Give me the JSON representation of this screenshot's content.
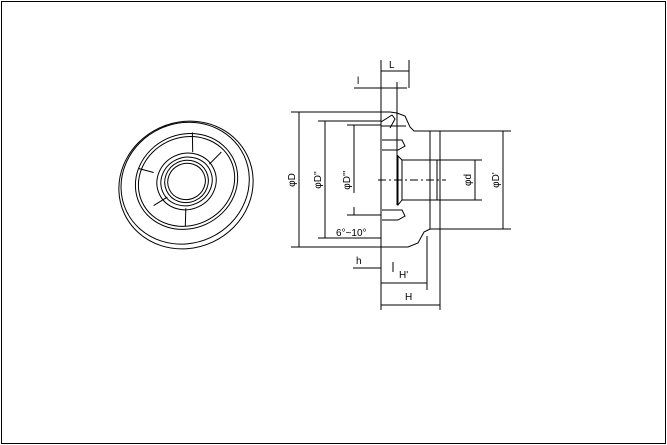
{
  "drawing": {
    "labels": {
      "L": "L",
      "l": "l",
      "D": "φD",
      "D2": "φD''",
      "D3": "φD'''",
      "d": "φd",
      "D1": "φD'",
      "angle": "6°~10°",
      "h": "h",
      "H1": "H'",
      "H": "H"
    },
    "stroke_color": "#000000",
    "background": "#ffffff"
  }
}
